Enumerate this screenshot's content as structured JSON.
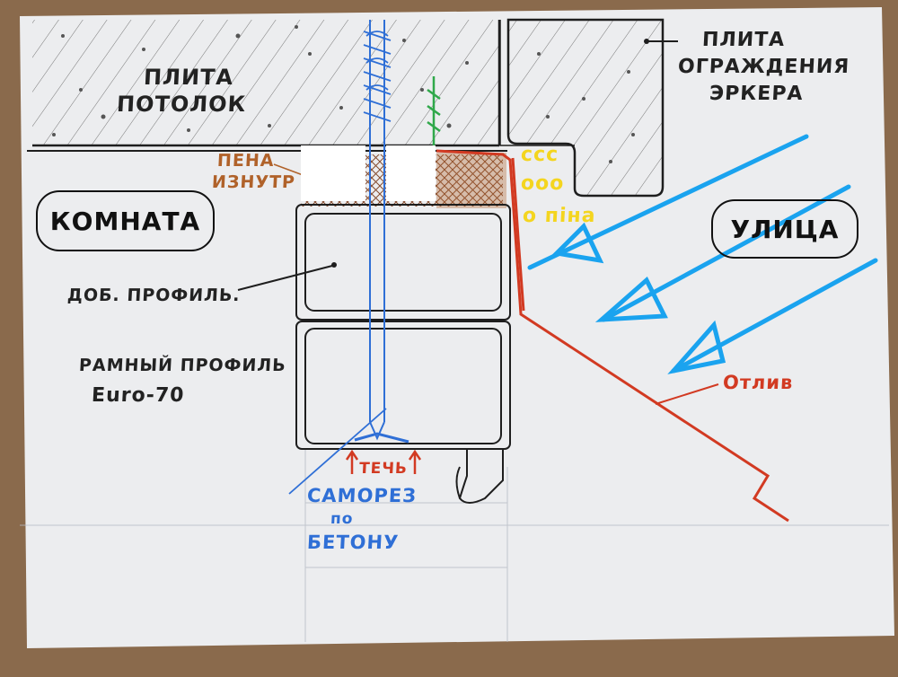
{
  "labels": {
    "ceiling_slab": [
      "ПЛИТА",
      "ПОТОЛОК"
    ],
    "bay_slab": [
      "ПЛИТА",
      "ОГРАЖДЕНИЯ",
      "ЭРКЕРА"
    ],
    "room": "КОМНАТА",
    "street": "УЛИЦА",
    "extra_profile": "ДОБ. ПРОФИЛЬ.",
    "frame_profile": [
      "РАМНЫЙ ПРОФИЛЬ",
      "Euro-70"
    ],
    "foam_inside": [
      "ПЕНА",
      "ИЗНУТР"
    ],
    "foam_outside": [
      "ссс",
      "ооо",
      "о піна"
    ],
    "leak": "ТЕЧЬ",
    "screw": [
      "САМОРЕЗ",
      "по",
      "БЕТОНУ"
    ],
    "drip_sill": "Отлив"
  },
  "colors": {
    "paper": "#ecedef",
    "ink": "#1e1e1e",
    "red": "#d23a22",
    "blue_screw": "#2f6fd6",
    "wind": "#1aa3ef",
    "foam_inside": "#b0622a",
    "foam_outside": "#f4d51f",
    "green": "#2fa84a",
    "table": "#8a6a4c"
  }
}
